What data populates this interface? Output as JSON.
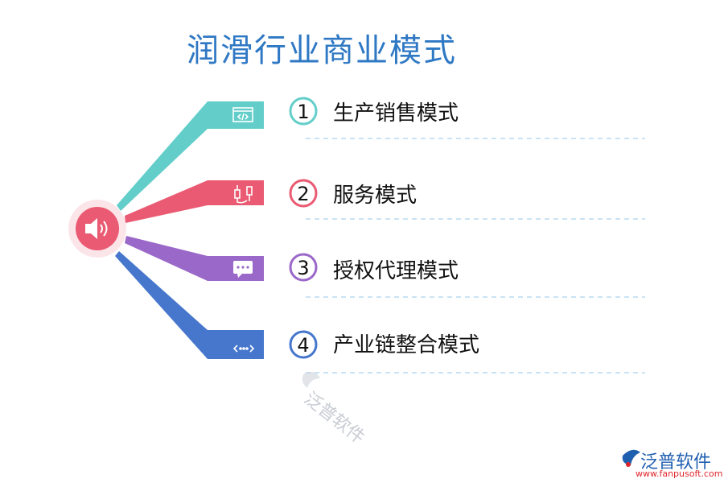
{
  "title": "润滑行业商业模式",
  "items": [
    {
      "number": "1",
      "label": "生产销售模式",
      "color": "#63cec9",
      "icon": "code-window-icon"
    },
    {
      "number": "2",
      "label": "服务模式",
      "color": "#ea5a72",
      "icon": "plug-cable-icon"
    },
    {
      "number": "3",
      "label": "授权代理模式",
      "color": "#9a68c8",
      "icon": "chat-bubble-icon"
    },
    {
      "number": "4",
      "label": "产业链整合模式",
      "color": "#4677cc",
      "icon": "share-nodes-icon"
    }
  ],
  "hub": {
    "icon": "speaker-icon",
    "color": "#ea5a72"
  },
  "watermark": "泛普软件",
  "footer": {
    "brand": "泛普软件",
    "url": "www.fanpusoft.com"
  }
}
